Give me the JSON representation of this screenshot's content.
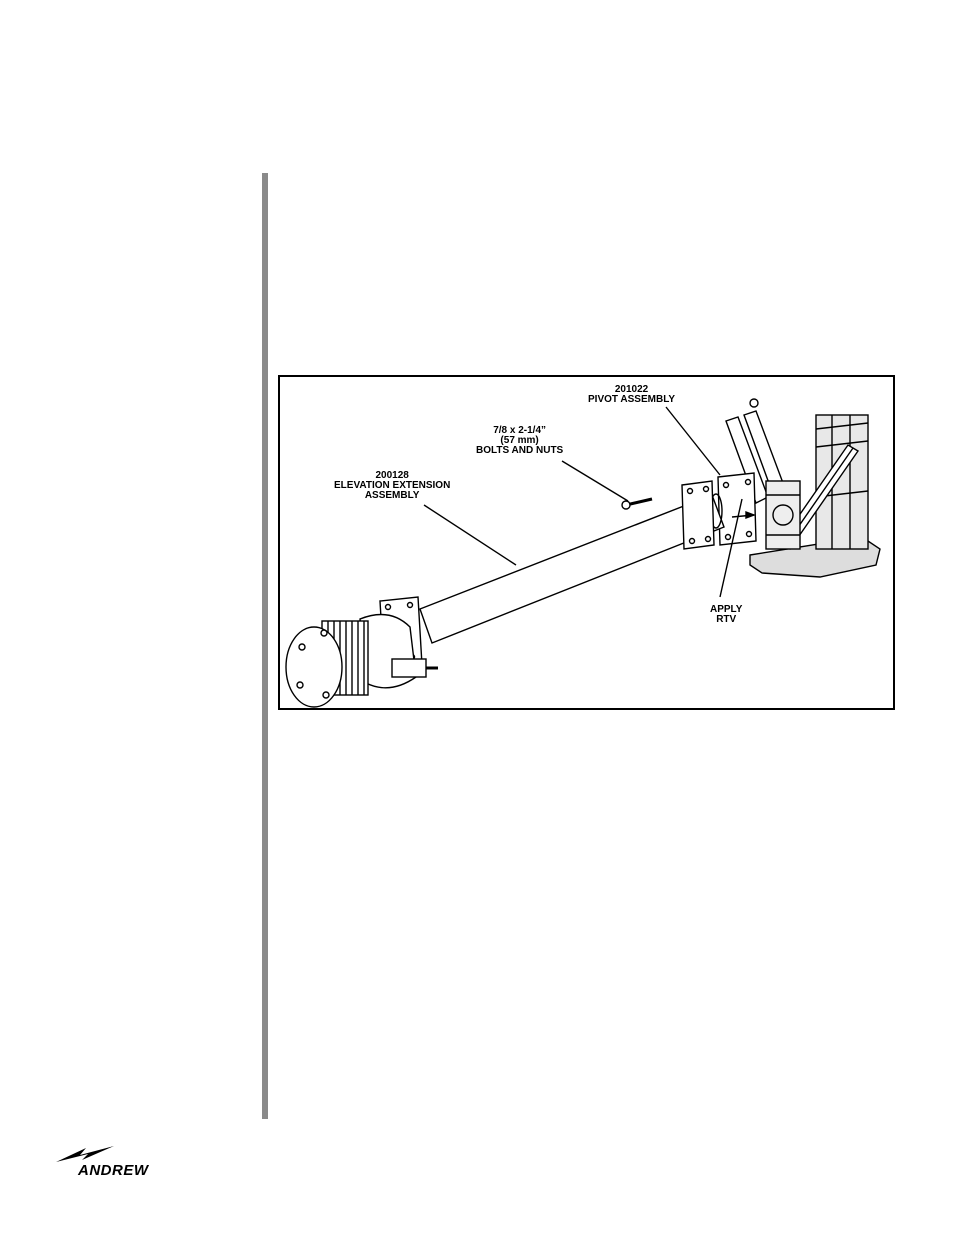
{
  "figure": {
    "callout_pivot": {
      "line1": "201022",
      "line2": "PIVOT ASSEMBLY"
    },
    "callout_bolts": {
      "line1": "7/8 x 2-1/4”",
      "line2": "(57 mm)",
      "line3": "BOLTS AND NUTS"
    },
    "callout_extension": {
      "line1": "200128",
      "line2": "ELEVATION EXTENSION",
      "line3": "ASSEMBLY"
    },
    "callout_rtv": {
      "line1": "APPLY",
      "line2": "RTV"
    }
  },
  "footer": {
    "logo_text": "ANDREW"
  },
  "icons": {
    "logo_mark": "lightning-bolt-icon"
  }
}
